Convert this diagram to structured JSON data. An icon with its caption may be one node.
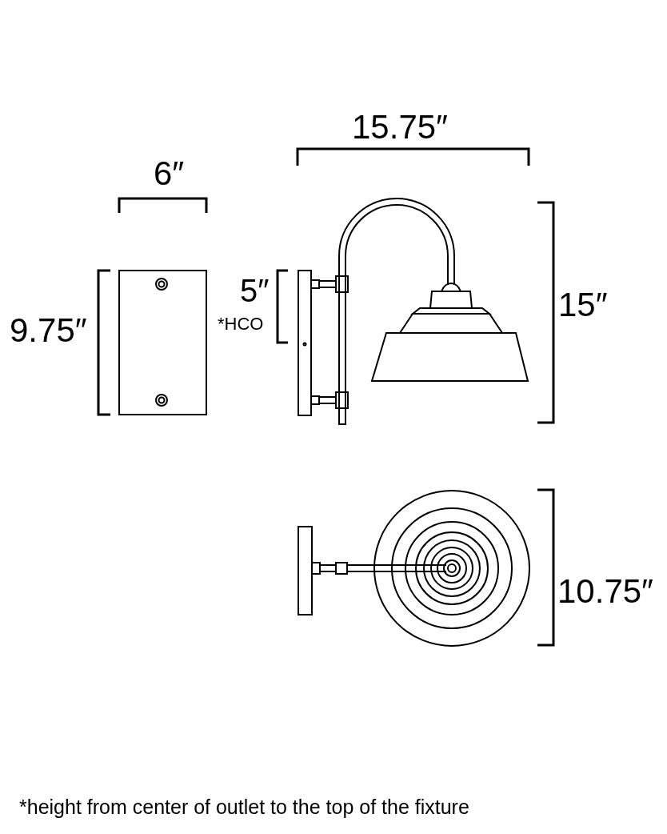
{
  "diagram": {
    "caption": "*height from center of outlet to the top of the fixture",
    "labels": [
      "15.75″",
      "6″",
      "5″",
      "*HCO",
      "9.75″",
      "15″",
      "10.75″"
    ]
  }
}
